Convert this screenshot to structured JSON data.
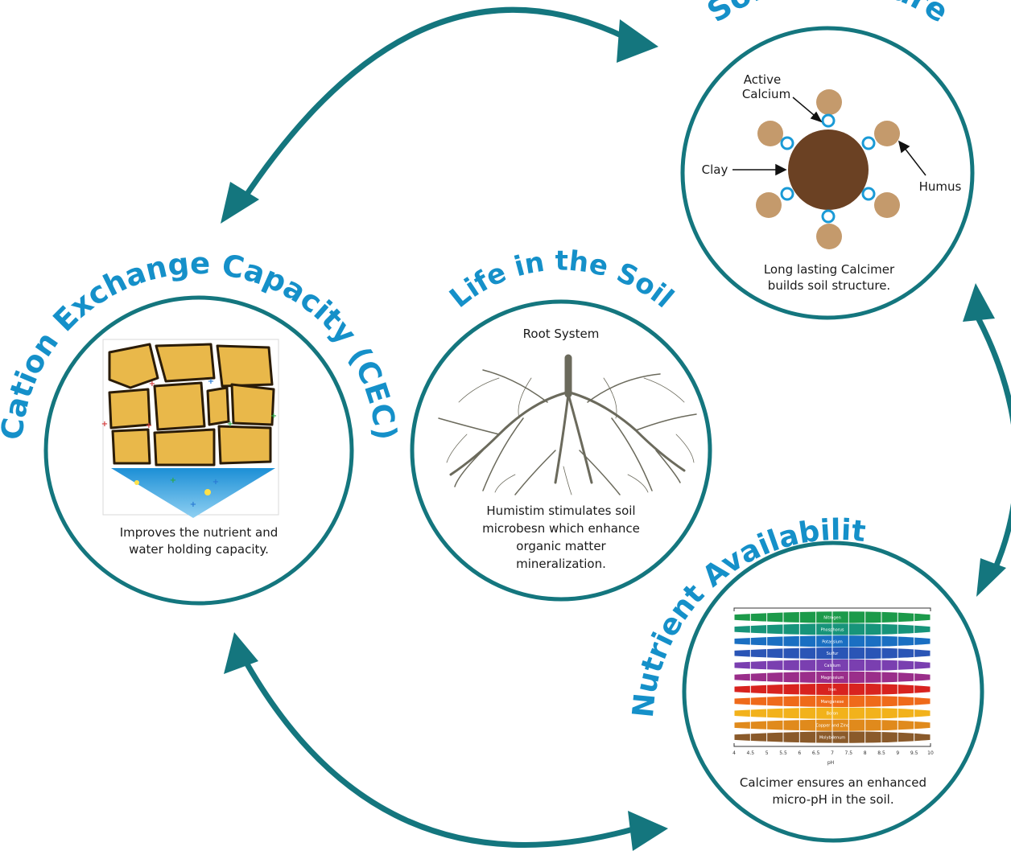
{
  "colors": {
    "ring": "#14767e",
    "title": "#1590c9",
    "clay": "#6b4123",
    "humus": "#c49a6c",
    "calcium_ring": "#1a9ad6",
    "water": "#2fa3de",
    "aggregate": "#e9b84a"
  },
  "cycle": {
    "soil_structure": {
      "title": "Soil Structure",
      "labels": {
        "active_calcium_line1": "Active",
        "active_calcium_line2": "Calcium",
        "clay": "Clay",
        "humus": "Humus"
      },
      "caption_line1": "Long lasting Calcimer",
      "caption_line2": "builds soil structure."
    },
    "cec": {
      "title": "Cation Exchange Capacity (CEC)",
      "caption_line1": "Improves the nutrient and",
      "caption_line2": "water holding capacity."
    },
    "life": {
      "title": "Life in the Soil",
      "sublabel": "Root System",
      "caption_line1": "Humistim stimulates soil",
      "caption_line2": "microbesn which enhance",
      "caption_line3": "organic matter",
      "caption_line4": "mineralization."
    },
    "nutrient": {
      "title": "Nutrient Availability",
      "chart_bands": [
        "Nitrogen",
        "Phosphorus",
        "Potassium",
        "Sulfur",
        "Calcium",
        "Magnesium",
        "Iron",
        "Manganese",
        "Boron",
        "Copper and Zinc",
        "Molybdenum"
      ],
      "chart_axis_ticks": [
        "4",
        "4.5",
        "5",
        "5.5",
        "6",
        "6.5",
        "7",
        "7.5",
        "8",
        "8.5",
        "9",
        "9.5",
        "10"
      ],
      "chart_axis_label": "pH",
      "caption_line1": "Calcimer ensures an enhanced",
      "caption_line2": "micro-pH in the soil."
    }
  }
}
